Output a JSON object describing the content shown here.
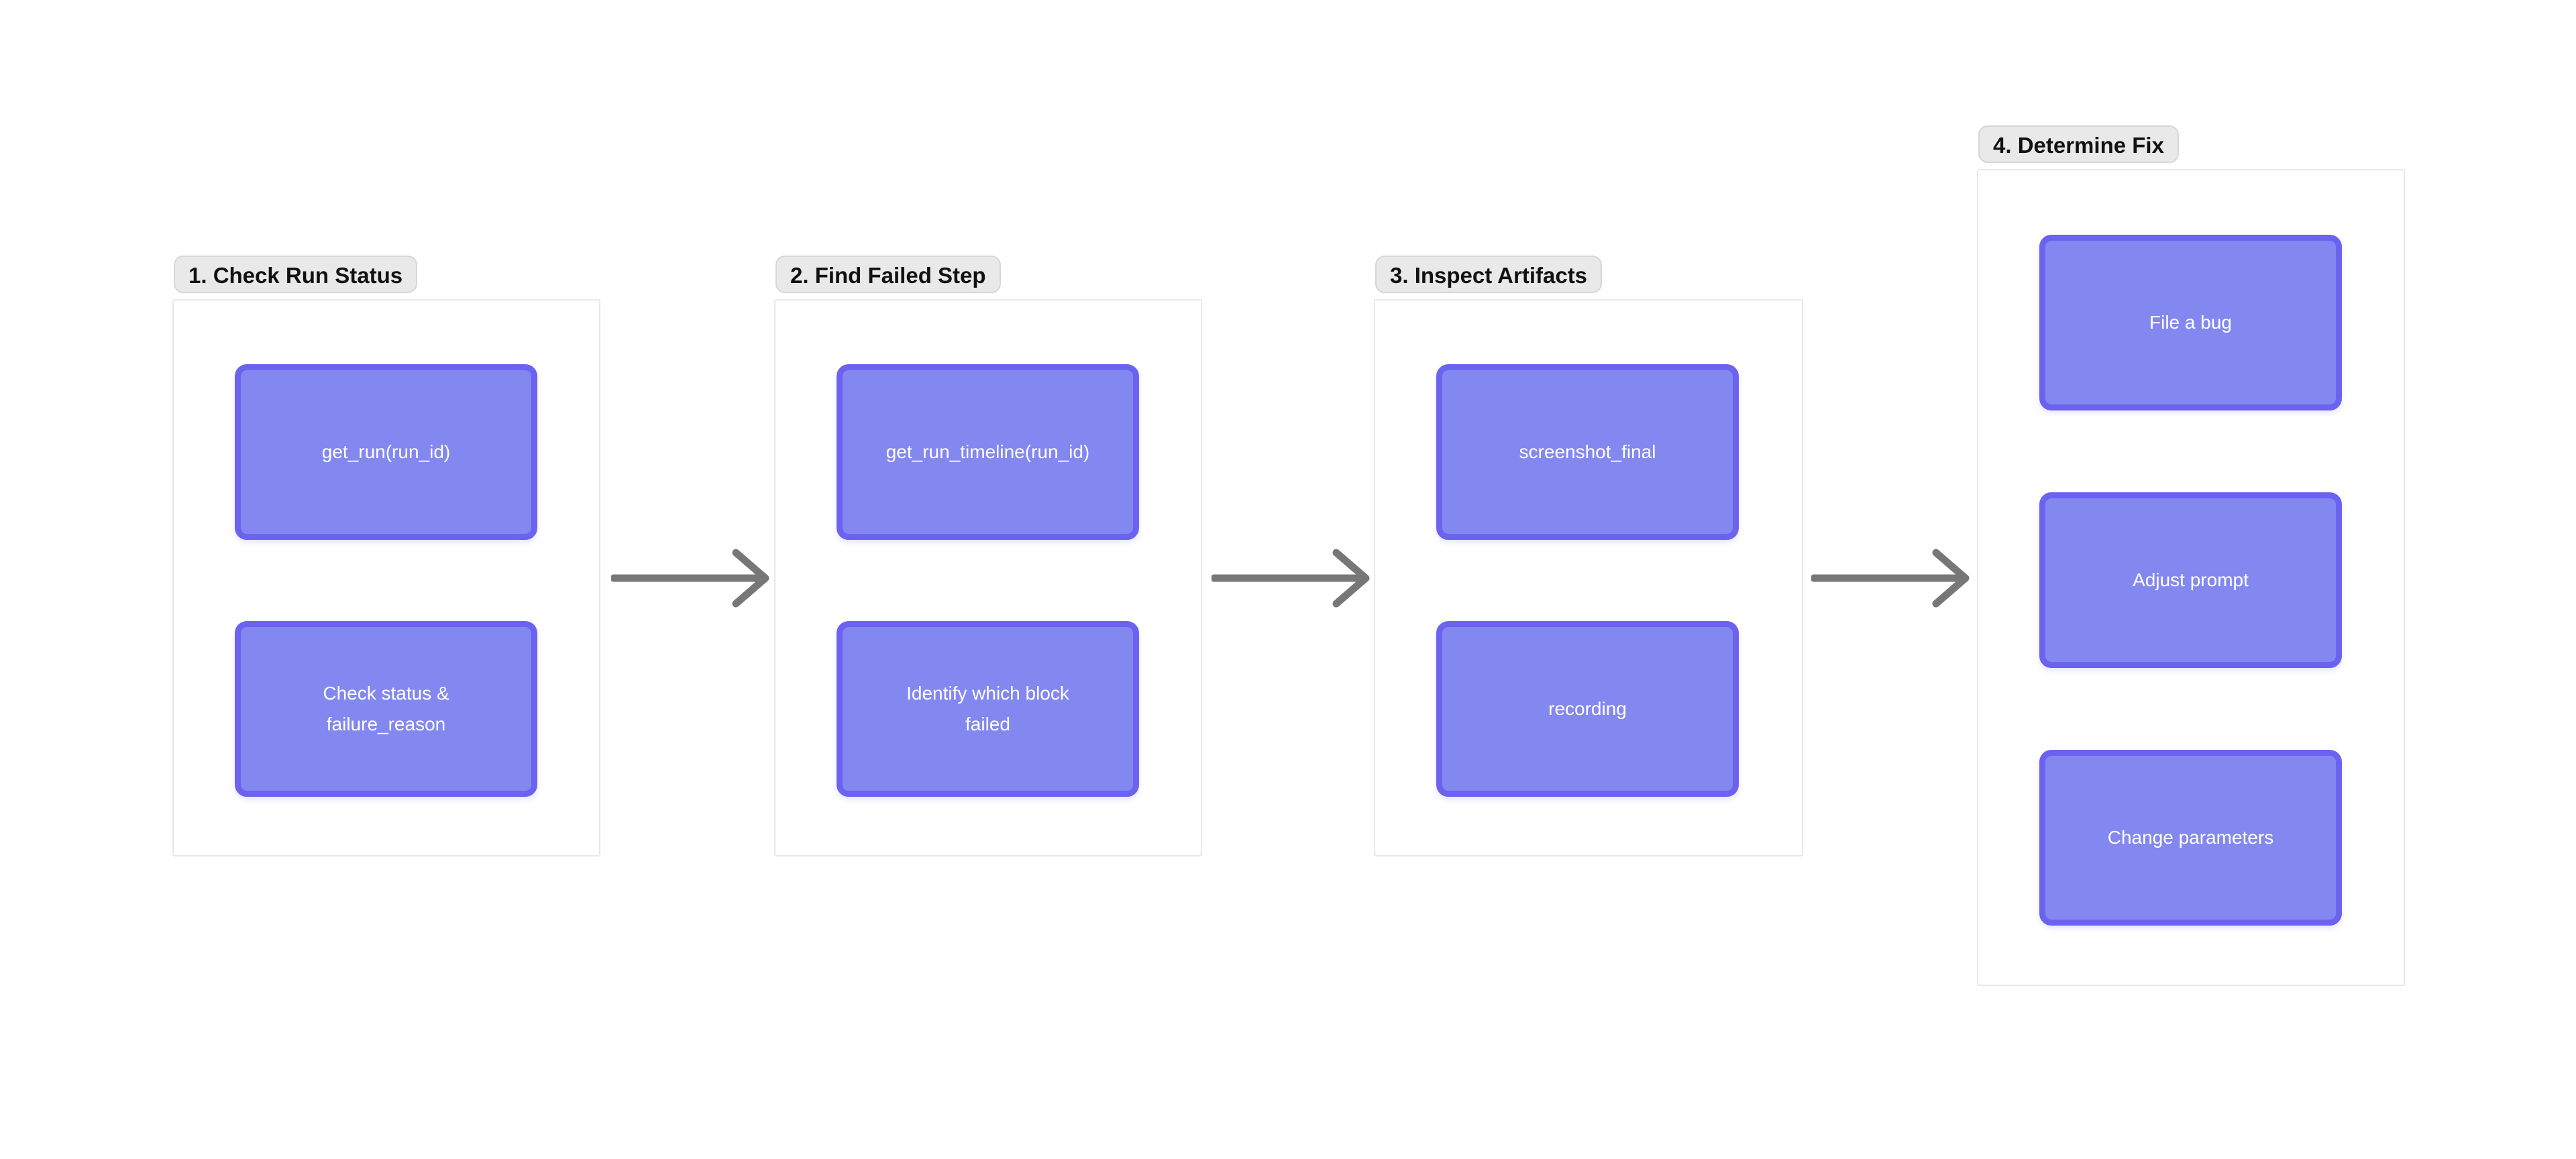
{
  "diagram": {
    "groups": [
      {
        "label": "1. Check Run Status",
        "nodes": [
          "get_run(run_id)",
          "Check status &\nfailure_reason"
        ]
      },
      {
        "label": "2. Find Failed Step",
        "nodes": [
          "get_run_timeline(run_id)",
          "Identify which block\nfailed"
        ]
      },
      {
        "label": "3. Inspect Artifacts",
        "nodes": [
          "screenshot_final",
          "recording"
        ]
      },
      {
        "label": "4. Determine Fix",
        "nodes": [
          "File a bug",
          "Adjust prompt",
          "Change parameters"
        ]
      }
    ],
    "connections": [
      {
        "from": "1. Check Run Status",
        "to": "2. Find Failed Step"
      },
      {
        "from": "2. Find Failed Step",
        "to": "3. Inspect Artifacts"
      },
      {
        "from": "3. Inspect Artifacts",
        "to": "4. Determine Fix"
      }
    ],
    "colors": {
      "node_fill": "#8388F0",
      "node_border": "#6B63F0",
      "node_text": "#FFFFFF",
      "arrow": "#777777",
      "label_bg": "#E9E9E9",
      "label_border": "#D6D6D6",
      "label_text": "#111111",
      "panel_border": "#E8E8E8",
      "panel_bg": "#FFFFFF",
      "page_bg": "#FFFFFF"
    }
  }
}
